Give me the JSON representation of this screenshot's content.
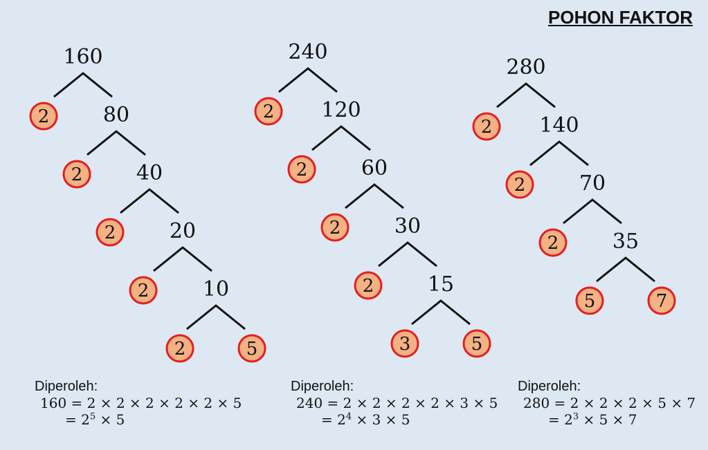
{
  "title": "POHON FAKTOR",
  "trees": [
    {
      "root": "160",
      "levels": [
        {
          "prime": "2",
          "composite": "80"
        },
        {
          "prime": "2",
          "composite": "40"
        },
        {
          "prime": "2",
          "composite": "20"
        },
        {
          "prime": "2",
          "composite": "10"
        }
      ],
      "final_left": "2",
      "final_right": "5",
      "result": {
        "label": "Diperoleh:",
        "line1": "160 = 2 × 2 × 2 × 2 × 2 × 5",
        "line2_base": "= 2",
        "line2_exp": "5",
        "line2_rest": " × 5"
      }
    },
    {
      "root": "240",
      "levels": [
        {
          "prime": "2",
          "composite": "120"
        },
        {
          "prime": "2",
          "composite": "60"
        },
        {
          "prime": "2",
          "composite": "30"
        },
        {
          "prime": "2",
          "composite": "15"
        }
      ],
      "final_left": "3",
      "final_right": "5",
      "result": {
        "label": "Diperoleh:",
        "line1": "240 = 2 × 2 × 2 × 2 × 3 × 5",
        "line2_base": "= 2",
        "line2_exp": "4",
        "line2_rest": " × 3 × 5"
      }
    },
    {
      "root": "280",
      "levels": [
        {
          "prime": "2",
          "composite": "140"
        },
        {
          "prime": "2",
          "composite": "70"
        },
        {
          "prime": "2",
          "composite": "35"
        }
      ],
      "final_left": "5",
      "final_right": "7",
      "result": {
        "label": "Diperoleh:",
        "line1": "280 = 2 × 2 × 2 × 5 × 7",
        "line2_base": "= 2",
        "line2_exp": "3",
        "line2_rest": " × 5 × 7"
      }
    }
  ],
  "colors": {
    "background": "#dde8f3",
    "leaf_fill": "#f4b183",
    "leaf_stroke": "#e31e1e"
  }
}
